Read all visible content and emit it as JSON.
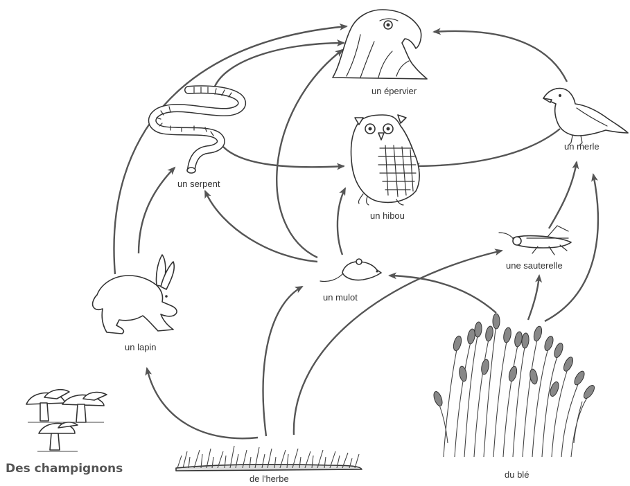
{
  "organisms": {
    "epervier": "un épervier",
    "hibou": "un hibou",
    "merle": "un merle",
    "serpent": "un serpent",
    "sauterelle": "une sauterelle",
    "mulot": "un mulot",
    "lapin": "un lapin",
    "herbe": "de l'herbe",
    "ble": "du blé",
    "champignons": "Des champignons"
  },
  "links": [
    {
      "from": "de l'herbe",
      "to": "un lapin"
    },
    {
      "from": "de l'herbe",
      "to": "un mulot"
    },
    {
      "from": "de l'herbe",
      "to": "une sauterelle"
    },
    {
      "from": "du blé",
      "to": "un mulot"
    },
    {
      "from": "du blé",
      "to": "une sauterelle"
    },
    {
      "from": "du blé",
      "to": "un merle"
    },
    {
      "from": "une sauterelle",
      "to": "un merle"
    },
    {
      "from": "un lapin",
      "to": "un serpent"
    },
    {
      "from": "un lapin",
      "to": "un épervier"
    },
    {
      "from": "un mulot",
      "to": "un serpent"
    },
    {
      "from": "un mulot",
      "to": "un hibou"
    },
    {
      "from": "un mulot",
      "to": "un épervier"
    },
    {
      "from": "un serpent",
      "to": "un hibou"
    },
    {
      "from": "un serpent",
      "to": "un épervier"
    },
    {
      "from": "un merle",
      "to": "un hibou"
    },
    {
      "from": "un merle",
      "to": "un épervier"
    }
  ]
}
